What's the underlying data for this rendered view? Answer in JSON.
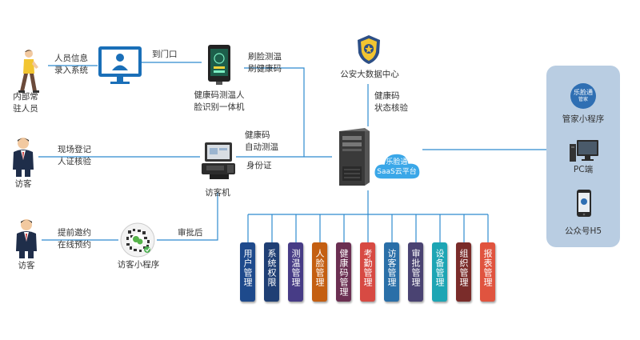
{
  "left_column": {
    "staff_label": "内部常\n驻人员",
    "visitor1_label": "访客",
    "visitor2_label": "访客"
  },
  "edges": {
    "staff_to_system": "人员信息\n录入系统",
    "to_door": "到门口",
    "face_temp": "刷脸测温\n刷健康码",
    "visitor_register": "现场登记\n人证核验",
    "health_auto": "健康码\n自动测温",
    "id_card": "身份证",
    "invite": "提前邀约\n在线预约",
    "approve": "审批后",
    "health_check": "健康码\n状态核验"
  },
  "nodes": {
    "face_terminal": "健康码测温人\n脸识别一体机",
    "visitor_machine": "访客机",
    "visitor_miniapp": "访客小程序",
    "police_center": "公安大数据中心",
    "cloud_brand": "乐脸通",
    "cloud_platform": "SaaS云平台"
  },
  "right_panel": {
    "brand_badge": "乐脸通",
    "badge_sub": "管家",
    "manager_app": "管家小程序",
    "pc": "PC端",
    "h5": "公众号H5"
  },
  "modules": [
    {
      "label": "用户管理",
      "color": "#1e4a8c"
    },
    {
      "label": "系统权限",
      "color": "#1f3f74"
    },
    {
      "label": "测温管理",
      "color": "#473c86"
    },
    {
      "label": "人脸管理",
      "color": "#c45f12"
    },
    {
      "label": "健康码管理",
      "color": "#6b2f52"
    },
    {
      "label": "考勤管理",
      "color": "#d74a43"
    },
    {
      "label": "访客管理",
      "color": "#2a6fa8"
    },
    {
      "label": "审批管理",
      "color": "#4a4372"
    },
    {
      "label": "设备管理",
      "color": "#1da5b4"
    },
    {
      "label": "组织管理",
      "color": "#7a2c2a"
    },
    {
      "label": "报表管理",
      "color": "#e0543f"
    }
  ],
  "colors": {
    "line": "#2e8bcf",
    "panel": "#b9cde2",
    "cloud": "#3aa7e8"
  },
  "icons": [
    "person-walking-icon",
    "businessman-icon",
    "monitor-user-icon",
    "face-terminal-icon",
    "kiosk-icon",
    "qr-code-icon",
    "police-badge-icon",
    "server-tower-icon",
    "cloud-icon",
    "pc-icon",
    "phone-icon"
  ]
}
